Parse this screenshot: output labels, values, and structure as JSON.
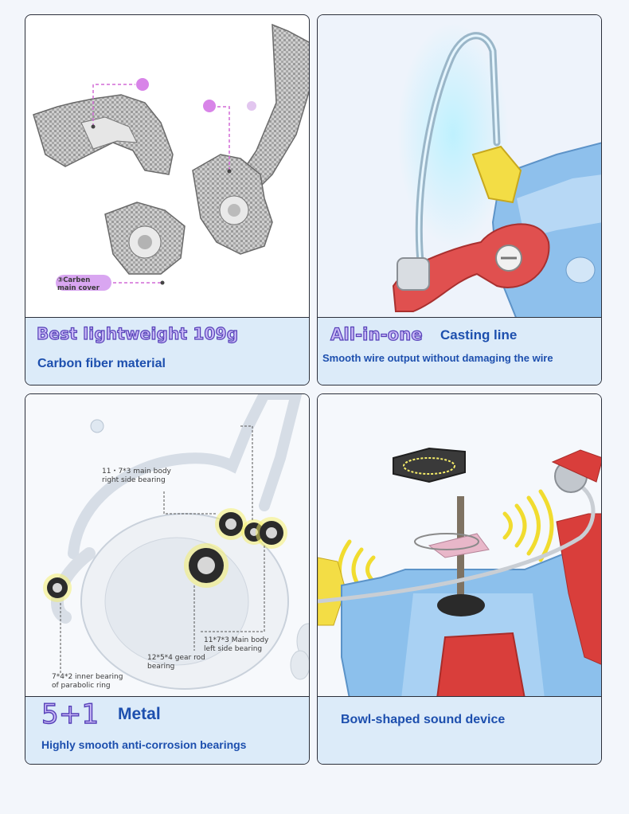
{
  "panels": {
    "carbon": {
      "annotation_cover": "③Carben\nmain cover",
      "title": "Best lightweight 109g",
      "subtitle": "Carbon fiber material"
    },
    "casting": {
      "badge": "All-in-one",
      "title": "Casting line",
      "subtitle": "Smooth wire output without damaging the wire"
    },
    "bearings": {
      "annotation_right": "11・7*3 main body\nright side bearing",
      "annotation_left": "11*7*3 Main body\nleft side bearing",
      "annotation_gear": "12*5*4 gear rod\nbearing",
      "annotation_inner": "7*4*2 inner bearing\nof parabolic ring",
      "badge": "5+1",
      "title": "Metal",
      "subtitle": "Highly smooth anti-corrosion bearings"
    },
    "sound": {
      "title": "Bowl-shaped sound device"
    }
  },
  "colors": {
    "caption_bg": "#dcebf9",
    "title_blue": "#1d4fae",
    "outline_purple": "#5540b8",
    "fill_lavender": "#c9b8f6",
    "reel_blue": "#7fb5e6",
    "reel_red": "#e0504f",
    "reel_yellow": "#f3dd45"
  },
  "icons": [
    "carbon-reel-parts-illustration",
    "bail-arm-illustration",
    "bearing-xray-illustration",
    "sound-device-illustration"
  ]
}
